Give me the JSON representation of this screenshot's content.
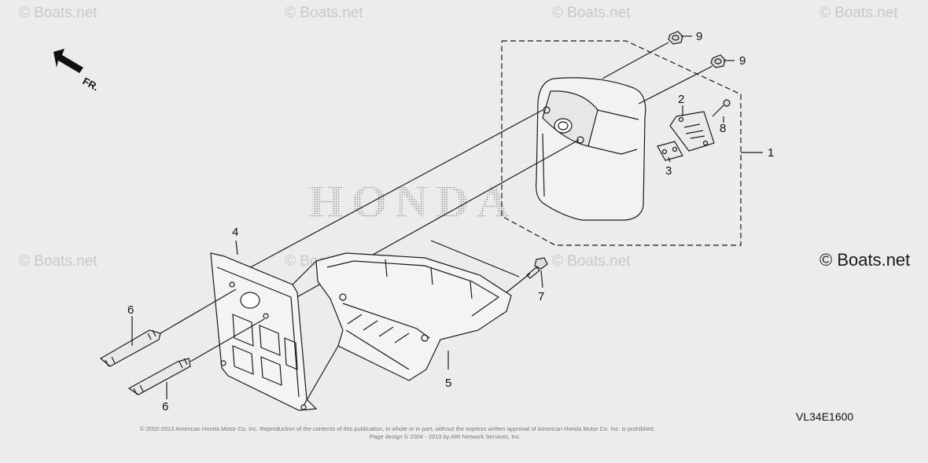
{
  "watermarks": {
    "text": "© Boats.net",
    "corner_text": "© Boats.net"
  },
  "diagram": {
    "brand": "HONDA",
    "front_label": "FR.",
    "code": "VL34E1600",
    "copyright_line1": "© 2002-2013 American Honda Motor Co. Inc. Reproduction of the contents of this publication, in whole or in part, without the express written approval of American Honda Motor Co. Inc. is prohibited.",
    "copyright_line2": "Page design © 2004 - 2013 by ARI Network Services, Inc.",
    "callouts": {
      "c1": "1",
      "c2": "2",
      "c3": "3",
      "c4": "4",
      "c5": "5",
      "c6a": "6",
      "c6b": "6",
      "c7": "7",
      "c8": "8",
      "c9a": "9",
      "c9b": "9"
    }
  },
  "colors": {
    "background": "#ececec",
    "line": "#1a1a1a",
    "watermark": "#c8c8c8"
  }
}
